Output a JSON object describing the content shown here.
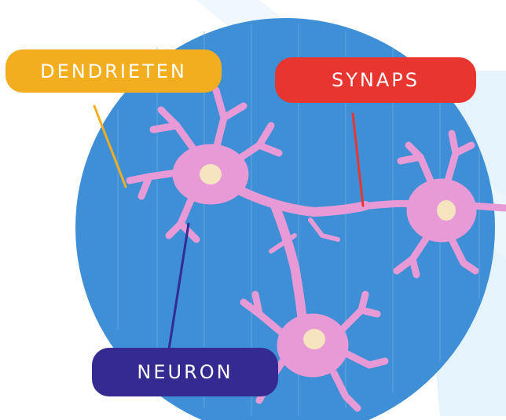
{
  "labels": {
    "dendrites": "DENDRIETEN",
    "synapse": "SYNAPS",
    "neuron": "NEURON"
  },
  "colors": {
    "background": "#ffffff",
    "circle": "#3f8fd6",
    "neuron_body": "#e79ad6",
    "nucleus": "#f6e3c0",
    "dendrites_label": "#f2ae1f",
    "synapse_label": "#e83530",
    "neuron_label": "#352a8f",
    "highlight_band": "#d9eefb"
  },
  "icons": {
    "background": "blue-circle",
    "cells": "neuron-cell-icon"
  }
}
